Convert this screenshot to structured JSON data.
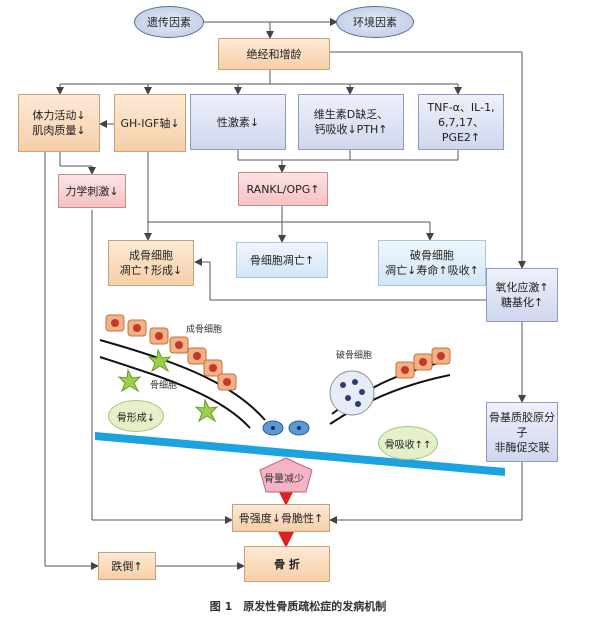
{
  "nodes": {
    "genetic": "遗传因素",
    "environment": "环境因素",
    "menopause": "绝经和增龄",
    "activity_l1": "体力活动↓",
    "activity_l2": "肌肉质量↓",
    "gh_igf": "GH-IGF轴↓",
    "sex_hormone": "性激素↓",
    "vitd_l1": "维生素D缺乏、",
    "vitd_l2": "钙吸收↓PTH↑",
    "tnf_l1": "TNF-α、IL-1,",
    "tnf_l2": "6,7,17、PGE2↑",
    "mech": "力学刺激↓",
    "rankl": "RANKL/OPG↑",
    "ob_l1": "成骨细胞",
    "ob_l2": "凋亡↑形成↓",
    "osteocyte_apop": "骨细胞凋亡↑",
    "oc_l1": "破骨细胞",
    "oc_l2": "凋亡↓寿命↑吸收↑",
    "oxid_l1": "氧化应激↑",
    "oxid_l2": "糖基化↑",
    "matrix_l1": "骨基质胶原分子",
    "matrix_l2": "非酶促交联",
    "bone_loss": "骨量减少",
    "strength": "骨强度↓骨脆性↑",
    "fall": "跌倒↑",
    "fracture": "骨 折"
  },
  "illustration": {
    "osteoblast_label": "成骨细胞",
    "osteocyte_label": "骨细胞",
    "osteoclast_label": "破骨细胞",
    "formation": "骨形成↓",
    "resorption": "骨吸收↑↑"
  },
  "caption": "图 1　原发性骨质疏松症的发病机制"
}
